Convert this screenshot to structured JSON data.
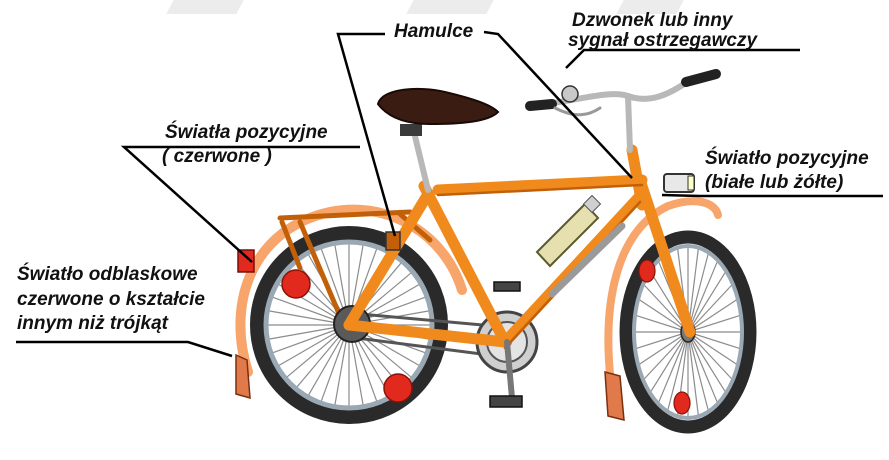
{
  "labels": {
    "brakes": "Hamulce",
    "bell_line1": "Dzwonek lub inny",
    "bell_line2": "sygnał ostrzegawczy",
    "rear_light_line1": "Światła pozycyjne",
    "rear_light_line2": "( czerwone )",
    "front_light_line1": "Światło pozycyjne",
    "front_light_line2": "(białe lub żółte)",
    "reflector_line1": "Światło odblaskowe",
    "reflector_line2": "czerwone o kształcie",
    "reflector_line3": "innym niż trójkąt"
  },
  "colors": {
    "frame": "#f08a1c",
    "frame_dark": "#c2600a",
    "tire": "#2a2a2a",
    "rim": "#9aa8b4",
    "spokes": "#8c8c8c",
    "reflector": "#e2291e",
    "saddle": "#3a1c12",
    "mudguard": "#f7a56a",
    "lines": "#000000"
  }
}
